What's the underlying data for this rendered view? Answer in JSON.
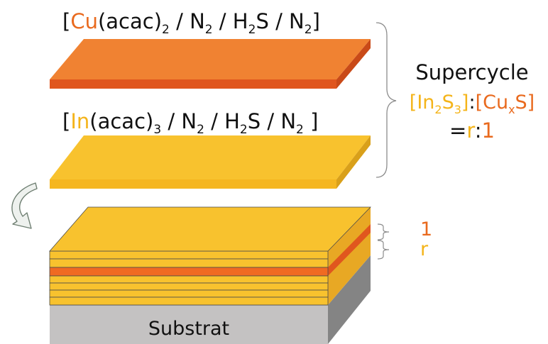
{
  "cu_precursor": {
    "open": "[",
    "metal": "Cu",
    "ligand": "(acac)",
    "ligand_sub": "2",
    "sep1": " / N",
    "n_sub_1": "2",
    "sep2": " / H",
    "h_sub": "2",
    "sep3": "S / N",
    "n_sub_2": "2",
    "close": "]"
  },
  "in_precursor": {
    "open": "[",
    "metal": "In",
    "ligand": "(acac)",
    "ligand_sub": "3",
    "sep1": " / N",
    "n_sub_1": "2",
    "sep2": " / H",
    "h_sub": "2",
    "sep3": "S / N",
    "n_sub_2": "2",
    "close": " ]"
  },
  "supercycle": {
    "title": "Supercycle",
    "ratio_in_open": "[In",
    "ratio_in_sub1": "2",
    "ratio_in_mid": "S",
    "ratio_in_sub2": "3",
    "ratio_in_close": "]",
    "colon": ":",
    "ratio_cu_open": "[Cu",
    "ratio_cu_sub": "x",
    "ratio_cu_close": "S]",
    "eq": "=",
    "r": "r",
    "colon2": ":",
    "one": "1"
  },
  "stack_labels": {
    "one": "1",
    "r": "r"
  },
  "substrate": {
    "label": "Substrat"
  },
  "colors": {
    "cu_layer": "#f08232",
    "cu_layer_edge": "#e0561e",
    "in_layer": "#f8c22e",
    "in_layer_edge": "#e8a824",
    "substrate_top": "#a9a9a9",
    "substrate_front": "#c4c2c2",
    "substrate_side": "#848484",
    "cu_text": "#e96a1e",
    "in_text": "#f4b41a",
    "bracket": "#8c8c8c"
  }
}
